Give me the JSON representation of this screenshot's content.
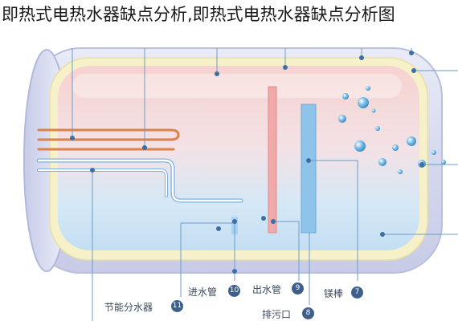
{
  "title": "即热式电热水器缺点分析,即热式电热水器缺点分析图",
  "labels": {
    "anode_rod": "镁棒",
    "sewage_outlet": "排污口",
    "water_outlet_pipe": "出水管",
    "water_inlet_pipe": "进水管",
    "energy_saving_diverter": "节能分水器"
  },
  "numbers": {
    "anode_rod": "7",
    "sewage_outlet": "8",
    "water_outlet_pipe": "9",
    "water_inlet_pipe": "10",
    "energy_saving_diverter": "11"
  },
  "colors": {
    "hot_zone": "#f4c7c4",
    "cold_zone": "#c9e3f4",
    "shell": "#dcdff0",
    "insulation": "#f7f1c9",
    "leader": "#6e9cc8",
    "badge": "#3d5f8a"
  }
}
